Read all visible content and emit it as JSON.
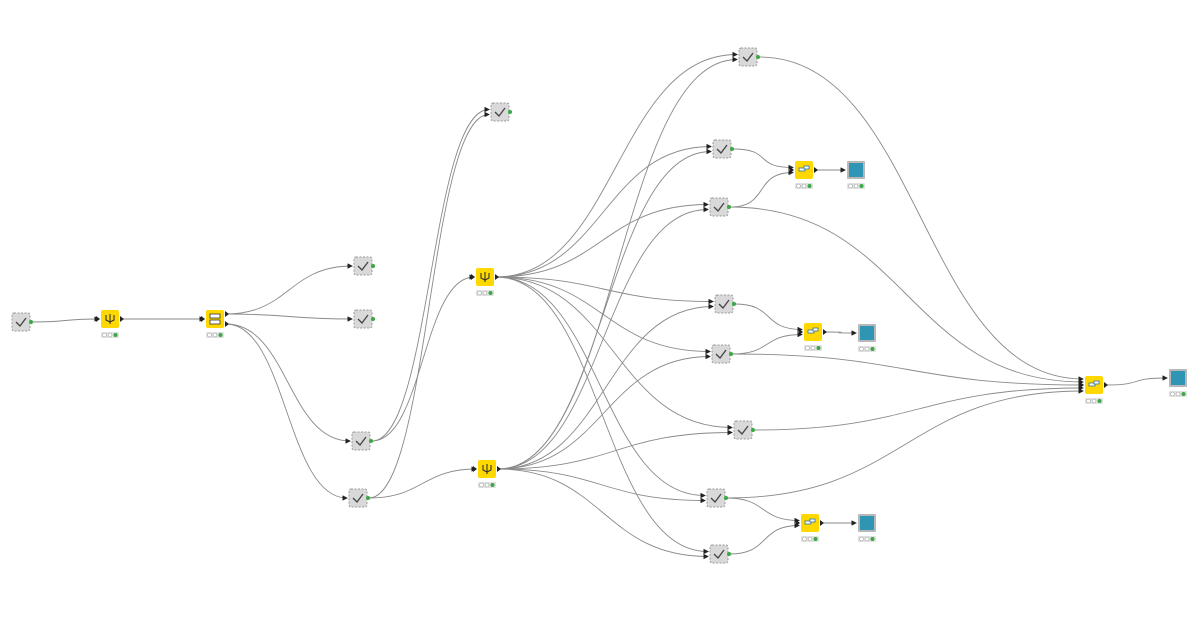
{
  "colors": {
    "edge": "#8a8a8a",
    "node_yellow": "#ffd800",
    "component_fill": "#d9d9d9",
    "component_border": "#9a9a9a",
    "view_fill": "#2e95b5",
    "view_frame": "#b8b8b8",
    "status_green": "#3aa845",
    "status_empty": "#ffffff"
  },
  "nodes": [
    {
      "id": "A",
      "type": "component",
      "icon": "check-icon"
    },
    {
      "id": "B",
      "type": "yellow",
      "icon": "filter-split-icon",
      "status": "executed"
    },
    {
      "id": "C",
      "type": "yellow",
      "icon": "table-split-icon",
      "status": "executed"
    },
    {
      "id": "D",
      "type": "component",
      "icon": "check-icon"
    },
    {
      "id": "E",
      "type": "component",
      "icon": "check-icon"
    },
    {
      "id": "F",
      "type": "component",
      "icon": "check-icon"
    },
    {
      "id": "G",
      "type": "component",
      "icon": "check-icon"
    },
    {
      "id": "H",
      "type": "component",
      "icon": "check-icon"
    },
    {
      "id": "I",
      "type": "yellow",
      "icon": "filter-split-icon",
      "status": "executed"
    },
    {
      "id": "J",
      "type": "yellow",
      "icon": "filter-split-icon",
      "status": "executed"
    },
    {
      "id": "K",
      "type": "component",
      "icon": "check-icon"
    },
    {
      "id": "L",
      "type": "component",
      "icon": "check-icon"
    },
    {
      "id": "M",
      "type": "component",
      "icon": "check-icon"
    },
    {
      "id": "N",
      "type": "component",
      "icon": "check-icon"
    },
    {
      "id": "O",
      "type": "component",
      "icon": "check-icon"
    },
    {
      "id": "P",
      "type": "component",
      "icon": "check-icon"
    },
    {
      "id": "Q",
      "type": "component",
      "icon": "check-icon"
    },
    {
      "id": "R",
      "type": "component",
      "icon": "check-icon"
    },
    {
      "id": "S",
      "type": "yellow",
      "icon": "joiner-icon",
      "status": "executed"
    },
    {
      "id": "T",
      "type": "yellow",
      "icon": "joiner-icon",
      "status": "executed"
    },
    {
      "id": "U",
      "type": "yellow",
      "icon": "joiner-icon",
      "status": "executed"
    },
    {
      "id": "V",
      "type": "yellow",
      "icon": "joiner-icon",
      "status": "executed"
    },
    {
      "id": "W",
      "type": "view",
      "icon": "view-icon",
      "status": "executed"
    },
    {
      "id": "X",
      "type": "view",
      "icon": "view-icon",
      "status": "executed"
    },
    {
      "id": "Y",
      "type": "view",
      "icon": "view-icon",
      "status": "executed"
    },
    {
      "id": "Z",
      "type": "view",
      "icon": "view-icon",
      "status": "executed"
    }
  ],
  "edges": [
    [
      "A",
      "B"
    ],
    [
      "B",
      "C"
    ],
    [
      "C",
      "D"
    ],
    [
      "C",
      "E"
    ],
    [
      "C",
      "F"
    ],
    [
      "C",
      "G"
    ],
    [
      "F",
      "H"
    ],
    [
      "G",
      "H"
    ],
    [
      "F",
      "I"
    ],
    [
      "G",
      "J"
    ],
    [
      "I",
      "K"
    ],
    [
      "J",
      "K"
    ],
    [
      "I",
      "L"
    ],
    [
      "J",
      "L"
    ],
    [
      "I",
      "M"
    ],
    [
      "J",
      "M"
    ],
    [
      "I",
      "N"
    ],
    [
      "J",
      "N"
    ],
    [
      "I",
      "O"
    ],
    [
      "J",
      "O"
    ],
    [
      "I",
      "P"
    ],
    [
      "J",
      "P"
    ],
    [
      "I",
      "Q"
    ],
    [
      "J",
      "Q"
    ],
    [
      "I",
      "R"
    ],
    [
      "J",
      "R"
    ],
    [
      "L",
      "S"
    ],
    [
      "M",
      "S"
    ],
    [
      "S",
      "W"
    ],
    [
      "N",
      "T"
    ],
    [
      "O",
      "T"
    ],
    [
      "T",
      "X"
    ],
    [
      "Q",
      "U"
    ],
    [
      "R",
      "U"
    ],
    [
      "U",
      "Y"
    ],
    [
      "K",
      "V"
    ],
    [
      "M",
      "V"
    ],
    [
      "O",
      "V"
    ],
    [
      "P",
      "V"
    ],
    [
      "Q",
      "V"
    ],
    [
      "V",
      "Z"
    ]
  ]
}
